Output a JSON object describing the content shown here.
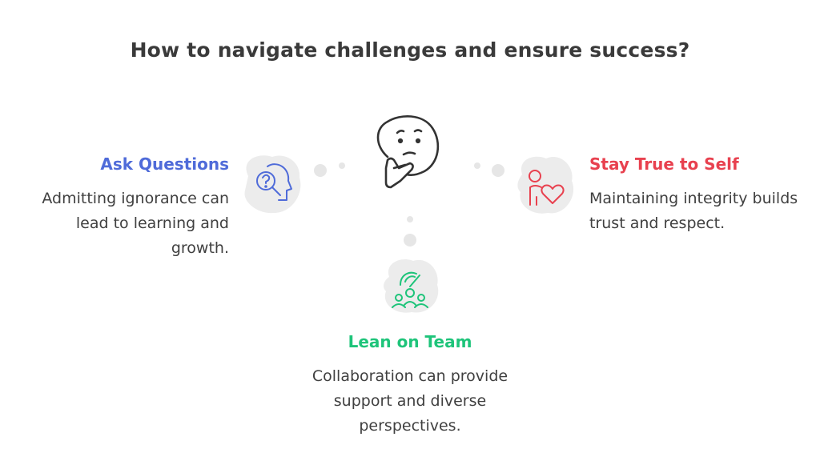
{
  "title": "How to navigate challenges and ensure success?",
  "nodes": {
    "ask": {
      "heading": "Ask Questions",
      "description": "Admitting ignorance can lead to learning and growth.",
      "color": "#4f6bd9",
      "icon": "question-head-icon"
    },
    "stay": {
      "heading": "Stay True to Self",
      "description": "Maintaining integrity builds trust and respect.",
      "color": "#e8414f",
      "icon": "person-heart-icon"
    },
    "team": {
      "heading": "Lean on Team",
      "description": "Collaboration can provide support and diverse perspectives.",
      "color": "#1ec47a",
      "icon": "team-icon"
    }
  },
  "center_icon": "thinking-face-icon",
  "bubble_color": "#ebebeb"
}
